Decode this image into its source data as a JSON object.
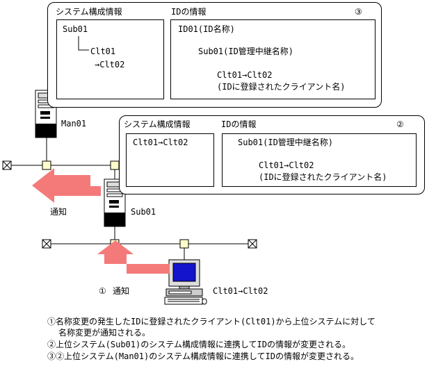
{
  "top_panel": {
    "left_title": "システム構成情報",
    "right_title": "IDの情報",
    "number": "③",
    "config": {
      "parent": "Sub01",
      "child1": "Clt01",
      "child2": "→Clt02"
    },
    "id_info": {
      "root": "ID01(ID名称)",
      "level1": "Sub01(ID管理中継名称)",
      "level2": "Clt01→Clt02",
      "note": "(IDに登録されたクライアント名)"
    }
  },
  "mid_panel": {
    "left_title": "システム構成情報",
    "right_title": "IDの情報",
    "number": "②",
    "config": {
      "text": "Clt01→Clt02"
    },
    "id_info": {
      "level1": "Sub01(ID管理中継名称)",
      "level2": "Clt01→Clt02",
      "note": "(IDに登録されたクライアント名)"
    }
  },
  "nodes": {
    "man01": "Man01",
    "sub01": "Sub01",
    "client": "Clt01→Clt02"
  },
  "arrows": {
    "upper_label": "通知",
    "lower_num": "①",
    "lower_label": "通知"
  },
  "notes": {
    "line1": "①名称変更の発生したIDに登録されたクライアント(Clt01)から上位システムに対して",
    "line2": "名称変更が通知される。",
    "line3": "②上位システム(Sub01)のシステム構成情報に連携してIDの情報が変更される。",
    "line4": "③②上位システム(Man01)のシステム構成情報に連携してIDの情報が変更される。"
  },
  "colors": {
    "arrow": "#f47a7a",
    "node": "#ffffcc",
    "screen": "#1414cc"
  }
}
